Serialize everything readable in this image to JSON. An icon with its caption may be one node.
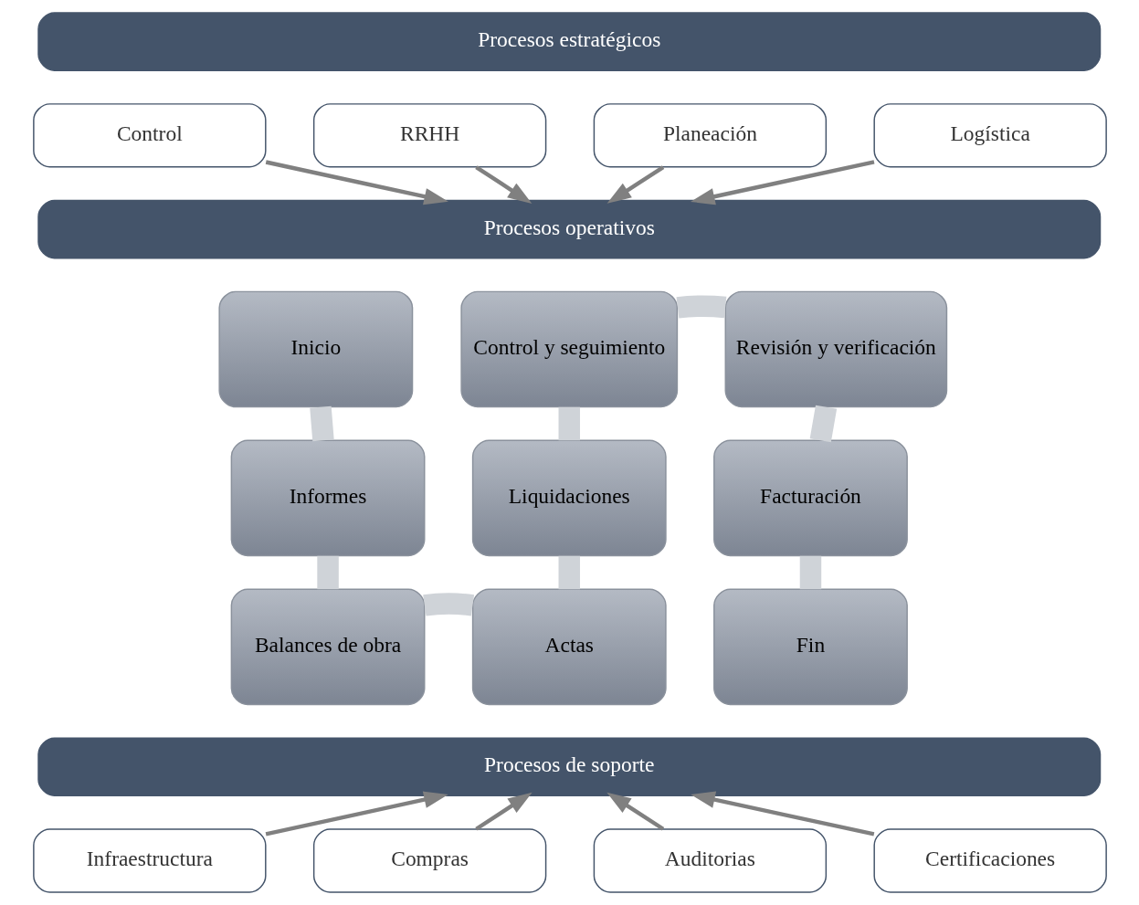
{
  "diagram": {
    "nodes": [
      {
        "text": [
          "Procesos estratégicos"
        ]
      },
      {
        "text": [
          "Control"
        ]
      },
      {
        "text": [
          "RRHH"
        ]
      },
      {
        "text": [
          "Planeación"
        ]
      },
      {
        "text": [
          "Logística"
        ]
      },
      {
        "text": [
          "Procesos operativos"
        ]
      },
      {
        "text": [
          "Inicio"
        ]
      },
      {
        "text": [
          "Control y seguimiento"
        ]
      },
      {
        "text": [
          "Revisión y verificación"
        ]
      },
      {
        "text": [
          "Informes"
        ]
      },
      {
        "text": [
          "Liquidaciones"
        ]
      },
      {
        "text": [
          "Facturación"
        ]
      },
      {
        "text": [
          "Balances de obra"
        ]
      },
      {
        "text": [
          "Actas"
        ]
      },
      {
        "text": [
          "Fin"
        ]
      },
      {
        "text": [
          "Procesos de soporte"
        ]
      },
      {
        "text": [
          "Infraestructura"
        ]
      },
      {
        "text": [
          "Compras"
        ]
      },
      {
        "text": [
          "Auditorias"
        ]
      },
      {
        "text": [
          "Certificaciones"
        ]
      }
    ],
    "edges": [
      {
        "from": 1,
        "to": 5,
        "arrow": "to"
      },
      {
        "from": 2,
        "to": 5,
        "arrow": "to"
      },
      {
        "from": 3,
        "to": 5,
        "arrow": "to"
      },
      {
        "from": 4,
        "to": 5,
        "arrow": "to"
      },
      {
        "from": 6,
        "to": 9,
        "arrow": "none",
        "style": "thick"
      },
      {
        "from": 9,
        "to": 12,
        "arrow": "none",
        "style": "thick"
      },
      {
        "from": 12,
        "to": 13,
        "arrow": "none",
        "style": "thick"
      },
      {
        "from": 10,
        "to": 13,
        "arrow": "none",
        "style": "thick"
      },
      {
        "from": 7,
        "to": 10,
        "arrow": "none",
        "style": "thick"
      },
      {
        "from": 7,
        "to": 8,
        "arrow": "none",
        "style": "thick"
      },
      {
        "from": 8,
        "to": 11,
        "arrow": "none",
        "style": "thick"
      },
      {
        "from": 11,
        "to": 14,
        "arrow": "none",
        "style": "thick"
      },
      {
        "from": 16,
        "to": 15,
        "arrow": "to"
      },
      {
        "from": 17,
        "to": 15,
        "arrow": "to"
      },
      {
        "from": 18,
        "to": 15,
        "arrow": "to"
      },
      {
        "from": 19,
        "to": 15,
        "arrow": "to"
      }
    ]
  }
}
